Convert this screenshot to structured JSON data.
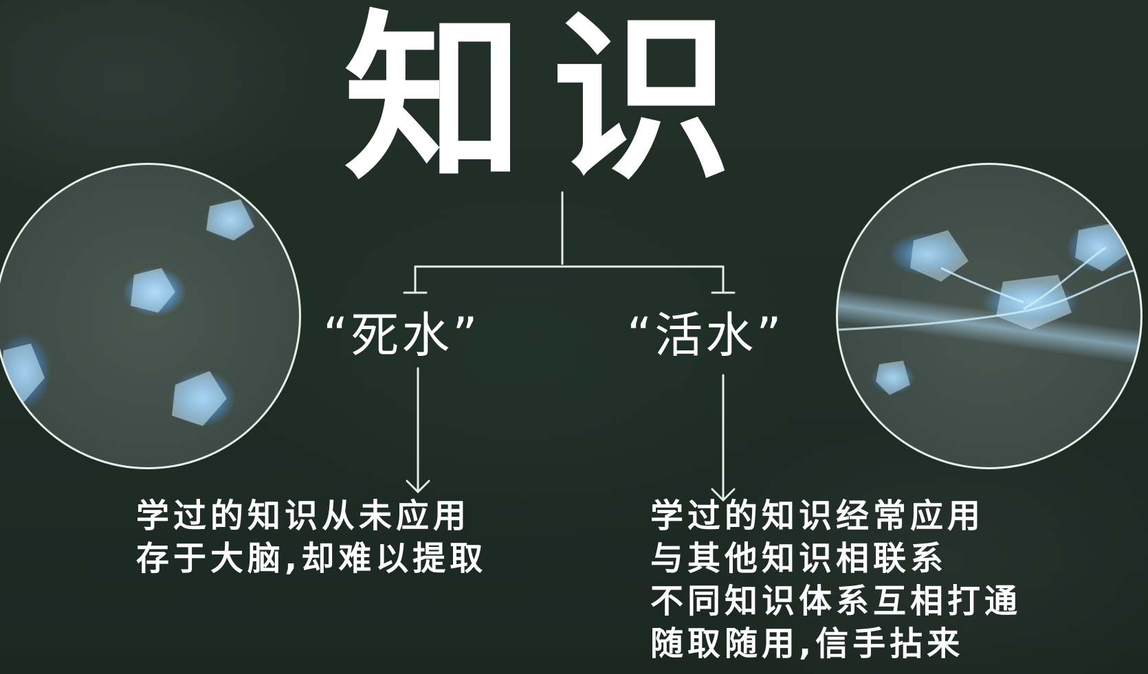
{
  "title": "知识",
  "branches": {
    "dead": {
      "label": "“死水”",
      "lines": [
        "学过的知识从未应用",
        "存于大脑,却难以提取"
      ]
    },
    "live": {
      "label": "“活水”",
      "lines": [
        "学过的知识经常应用",
        "与其他知识相联系",
        "不同知识体系互相打通",
        "随取随用,信手拈来"
      ]
    }
  },
  "colors": {
    "background": "#1f2b25",
    "text": "#ffffff",
    "line": "#e6ece6",
    "glow": "#8fcaff"
  }
}
